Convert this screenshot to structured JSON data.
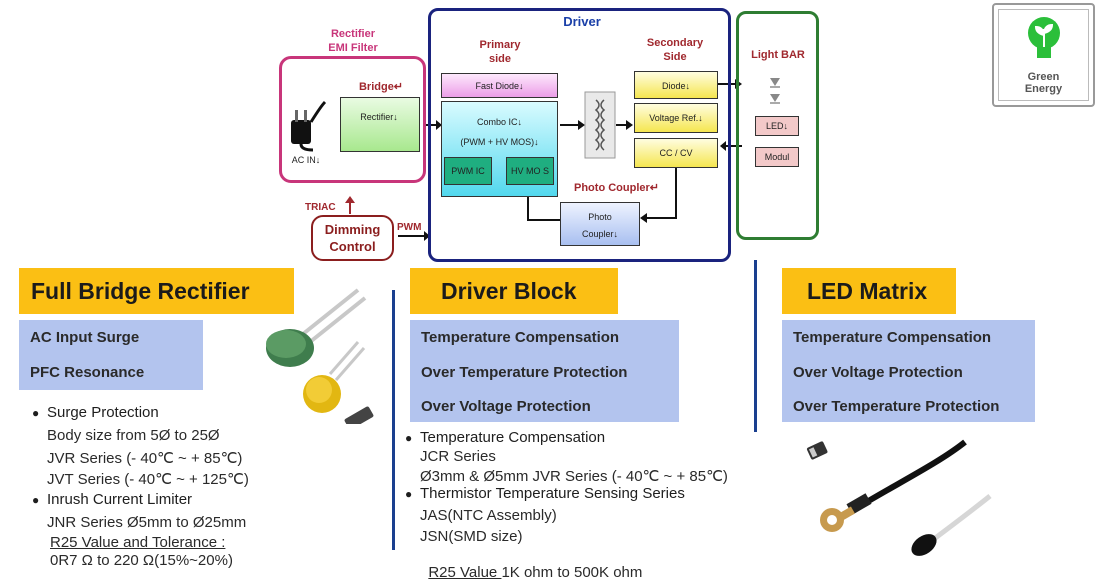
{
  "diagram": {
    "rectifier_title": "Rectifier\nEMI Filter",
    "bridge_label": "Bridge↵",
    "rectifier_box": "Rectifier↓",
    "ac_in": "AC IN↓",
    "driver_title": "Driver",
    "primary_side": "Primary\nside",
    "secondary_side": "Secondary\nSide",
    "fast_diode": "Fast Diode↓",
    "combo_ic": "Combo IC↓\n(PWM + HV MOS)↓",
    "pwm_ic": "PWM IC",
    "hv_mos": "HV MO S",
    "diode": "Diode↓",
    "voltage_ref": "Voltage Ref.↓",
    "cc_cv": "CC / CV",
    "photo_coupler_title": "Photo Coupler↵",
    "photo_coupler_box": "Photo\nCoupler↓",
    "light_bar": "Light BAR",
    "led": "LED↓",
    "modul": "Modul",
    "triac": "TRIAC",
    "pwm": "PWM",
    "dimming_control": "Dimming\nControl",
    "green_energy": "Green\nEnergy",
    "colors": {
      "pink_border": "#c8357a",
      "navy": "#1a237e",
      "green_border": "#2e7d32",
      "orange": "#fbbf14",
      "blue_band": "#b3c4ee"
    }
  },
  "sections": {
    "rectifier": {
      "title": "Full Bridge Rectifier",
      "features": [
        "AC Input Surge",
        "PFC Resonance"
      ],
      "bullet1": "Surge Protection",
      "b1_lines": [
        "Body size from 5Ø to 25Ø",
        "JVR Series (- 40℃ ~ + 85℃)",
        "JVT Series (- 40℃ ~ + 125℃)"
      ],
      "bullet2": "Inrush Current Limiter",
      "b2_line": "JNR Series Ø5mm to Ø25mm",
      "b2_underlined": "R25 Value and Tolerance :",
      "b2_last": "0R7  Ω to 220  Ω(15%~20%)"
    },
    "driver": {
      "title": "Driver Block",
      "features": [
        "Temperature Compensation",
        "Over Temperature Protection",
        "Over Voltage Protection"
      ],
      "bullet1": "Temperature Compensation",
      "b1_lines": [
        "JCR Series",
        "Ø3mm & Ø5mm JVR Series (- 40℃ ~ + 85℃)"
      ],
      "bullet2": "Thermistor Temperature Sensing Series",
      "b2_lines": [
        "JAS(NTC Assembly)",
        "JSN(SMD size)"
      ],
      "b2_underlined": "R25 Value ",
      "b2_last_rest": "1K ohm to 500K ohm"
    },
    "led": {
      "title": "LED Matrix",
      "features": [
        "Temperature Compensation",
        "Over Voltage Protection",
        "Over Temperature Protection"
      ]
    }
  }
}
